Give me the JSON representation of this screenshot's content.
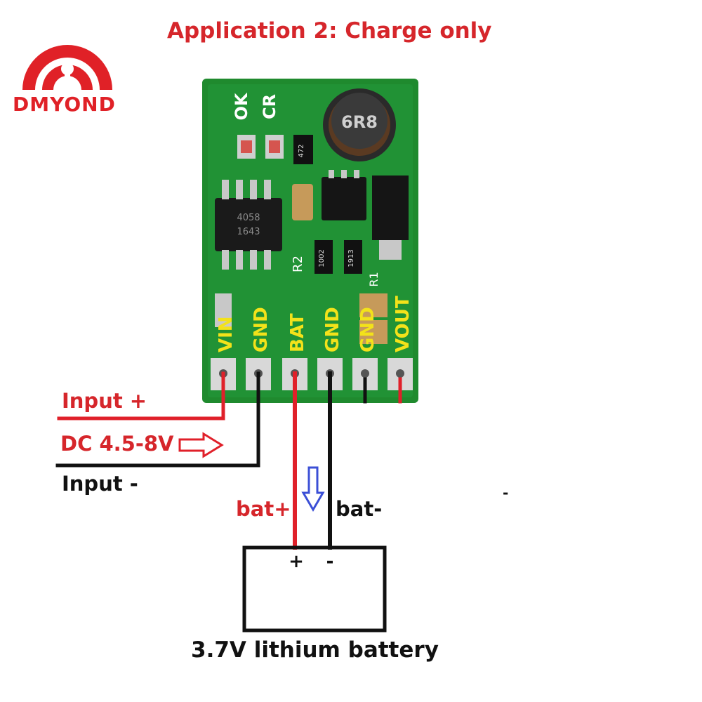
{
  "logo": {
    "brand_text": "DMYOND"
  },
  "title": "Application 2: Charge only",
  "board": {
    "pins": [
      "VIN",
      "GND",
      "BAT",
      "GND",
      "GND",
      "VOUT"
    ],
    "leds": [
      "OK",
      "CR"
    ],
    "inductor_marking": "6R8",
    "resistor_markings": [
      "R2",
      "R1",
      "472",
      "1002",
      "1913"
    ],
    "ic_marking": [
      "4058",
      "1643"
    ]
  },
  "labels": {
    "input_plus": "Input +",
    "input_voltage": "DC 4.5-8V",
    "input_minus": "Input -",
    "bat_plus": "bat+",
    "bat_minus": "bat-",
    "battery_plus": "+",
    "battery_minus": "-",
    "battery_caption": "3.7V lithium battery",
    "stray_mark": "-"
  },
  "colors": {
    "label_red": "#d6262b",
    "wire_red": "#e0202a",
    "wire_black": "#111111",
    "pcb_green": "#1f8a2e",
    "pin_text_yellow": "#f3e21a",
    "flow_arrow_blue": "#3b4fd6"
  },
  "icons": [
    "dmyond-logo-icon",
    "right-arrow-icon",
    "down-arrow-icon",
    "inductor-icon",
    "chip-icon"
  ]
}
